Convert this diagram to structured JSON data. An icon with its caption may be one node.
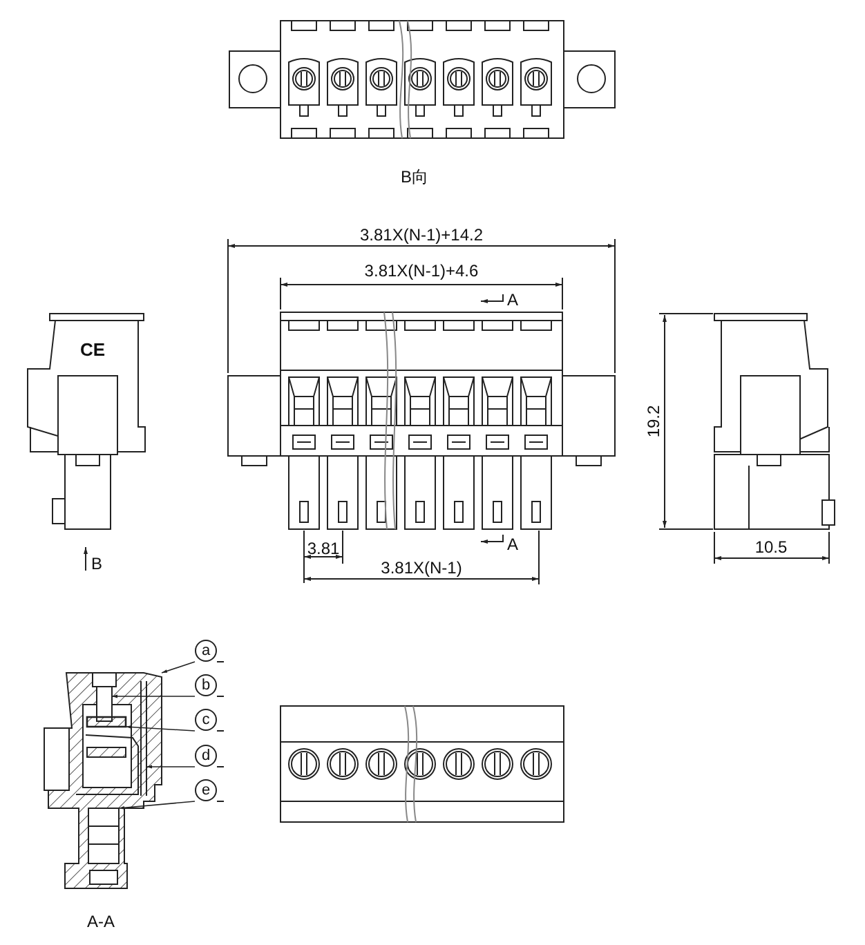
{
  "diagram": {
    "nodes": [
      {
        "text": [
          "a"
        ]
      },
      {
        "text": [
          "b"
        ]
      },
      {
        "text": [
          "c"
        ]
      },
      {
        "text": [
          "d"
        ]
      },
      {
        "text": [
          "e"
        ]
      },
      {
        "text": [],
        "shape": "picture"
      },
      {
        "text": [],
        "shape": "picture",
        "in": 5
      },
      {
        "text": [],
        "shape": "box",
        "in": 5
      },
      {
        "text": [],
        "shape": "picture",
        "in": 5
      },
      {
        "text": [],
        "shape": "picture",
        "in": 5
      }
    ],
    "edges": [
      {
        "from": 0,
        "to": 5,
        "arrow": "to"
      },
      {
        "from": 1,
        "to": 6,
        "arrow": "to"
      },
      {
        "from": 2,
        "to": 7,
        "arrow": "to"
      },
      {
        "from": 3,
        "to": 8,
        "arrow": "to"
      },
      {
        "from": 4,
        "to": 9,
        "arrow": "to"
      }
    ],
    "labels": [
      "B向",
      "3.81X(N-1)+14.2",
      "3.81X(N-1)+4.6",
      "A",
      "CE",
      "19.2",
      "A",
      "3.81",
      "10.5",
      "3.81X(N-1)",
      "B",
      "A-A"
    ]
  }
}
